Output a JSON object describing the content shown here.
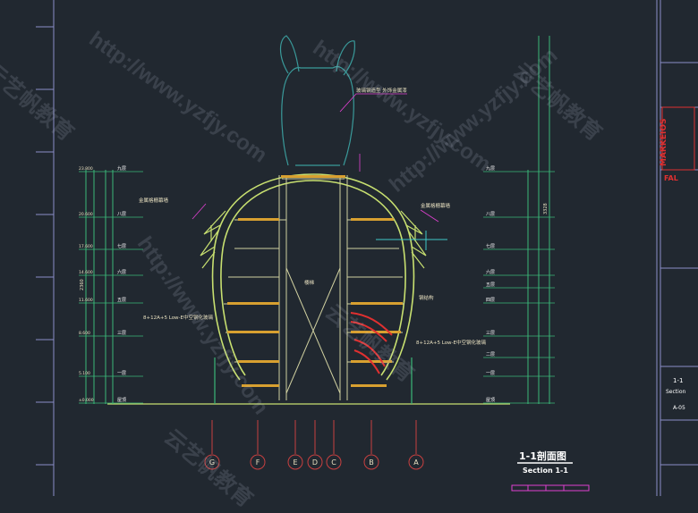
{
  "drawing": {
    "title_cn": "1-1剖面图",
    "title_en": "Section 1-1",
    "watermark_url": "http://www.yzfjy.com",
    "watermark_cn": "云艺帆教育"
  },
  "grid_axes": [
    "G",
    "F",
    "E",
    "D",
    "C",
    "B",
    "A"
  ],
  "left_levels": {
    "labels": [
      "九层",
      "八层",
      "七层",
      "六层",
      "五层",
      "三层",
      "一层",
      "屋顶"
    ],
    "elevations": [
      "23.800",
      "20.600",
      "17.600",
      "14.600",
      "11.600",
      "8.600",
      "5.100",
      "±0.000"
    ]
  },
  "right_levels": {
    "labels": [
      "九层",
      "八层",
      "七层",
      "六层",
      "五层",
      "四层",
      "三层",
      "二层",
      "一层",
      "屋顶"
    ]
  },
  "dims": {
    "left_overall": "2360",
    "right_overall": "3328"
  },
  "notes": {
    "rabbit_note": "玻璃钢造型 外饰金属漆",
    "left_wall": "金属格栅幕墙",
    "glass_left": "8+12A+5 Low-E中空钢化玻璃",
    "glass_right": "8+12A+5 Low-E中空钢化玻璃",
    "center_note": "楼梯",
    "right_note": "钢结构"
  },
  "title_block": {
    "logo": "MARKEIOS",
    "red_label": "FAL",
    "sheet_label": "1-1",
    "sheet_sub": "Section",
    "sheet_no": "A-05"
  },
  "colors": {
    "background": "#212830",
    "frame": "#8a8ec8",
    "shell": "#c8e070",
    "axis": "#c84040",
    "dim": "#3ab878",
    "cyan": "#40c8c8",
    "magenta": "#e040d0"
  }
}
